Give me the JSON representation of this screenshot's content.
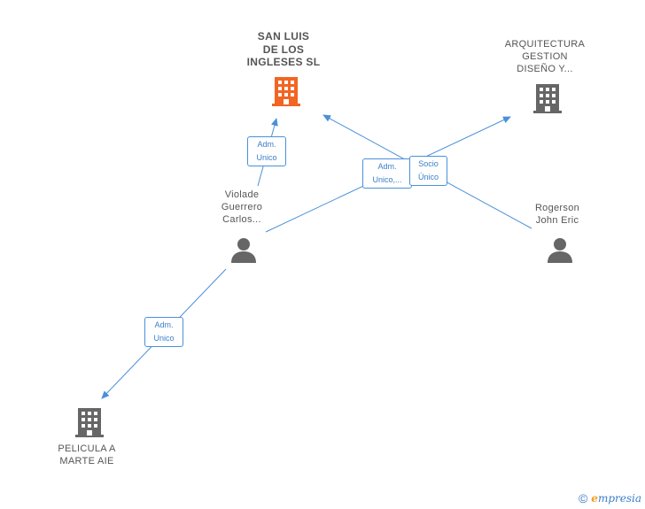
{
  "colors": {
    "edge": "#4a90d9",
    "company_main": "#f26522",
    "company": "#666666",
    "person": "#666666"
  },
  "nodes": {
    "san_luis": {
      "label_lines": [
        "SAN LUIS",
        "DE LOS",
        "INGLESES  SL"
      ],
      "icon": "building-icon"
    },
    "arquitectura": {
      "label_lines": [
        "ARQUITECTURA",
        "GESTION",
        "DISEÑO Y..."
      ],
      "icon": "building-icon"
    },
    "violade": {
      "label_lines": [
        "Violade",
        "Guerrero",
        "Carlos..."
      ],
      "icon": "person-icon"
    },
    "rogerson": {
      "label_lines": [
        "Rogerson",
        "John Eric"
      ],
      "icon": "person-icon"
    },
    "pelicula": {
      "label_lines": [
        "PELICULA A",
        "MARTE AIE"
      ],
      "icon": "building-icon"
    }
  },
  "edge_labels": {
    "violade_san_luis": [
      "Adm.",
      "Unico"
    ],
    "violade_arquitectura": [
      "Adm.",
      "Unico,..."
    ],
    "rogerson_san_luis": [
      "Socio",
      "Único"
    ],
    "violade_pelicula": [
      "Adm.",
      "Unico"
    ]
  },
  "brand": {
    "copyright": "©",
    "name_first": "e",
    "name_rest": "mpresia"
  }
}
